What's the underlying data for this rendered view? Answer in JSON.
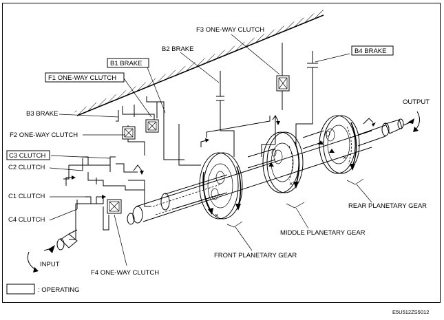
{
  "labels": {
    "f3_one_way_clutch": "F3 ONE-WAY CLUTCH",
    "b2_brake": "B2 BRAKE",
    "b4_brake": "B4 BRAKE",
    "b1_brake": "B1 BRAKE",
    "f1_one_way_clutch": "F1 ONE-WAY CLUTCH",
    "b3_brake": "B3 BRAKE",
    "f2_one_way_clutch": "F2 ONE-WAY CLUTCH",
    "c3_clutch": "C3 CLUTCH",
    "c2_clutch": "C2 CLUTCH",
    "c1_clutch": "C1 CLUTCH",
    "c4_clutch": "C4 CLUTCH",
    "input": "INPUT",
    "f4_one_way_clutch": "F4 ONE-WAY CLUTCH",
    "front_planetary_gear": "FRONT PLANETARY GEAR",
    "middle_planetary_gear": "MIDDLE PLANETARY GEAR",
    "rear_planetary_gear": "REAR PLANETARY GEAR",
    "output": "OUTPUT"
  },
  "legend": {
    "text": ": OPERATING"
  },
  "figure_code": "E5U512ZS5012"
}
